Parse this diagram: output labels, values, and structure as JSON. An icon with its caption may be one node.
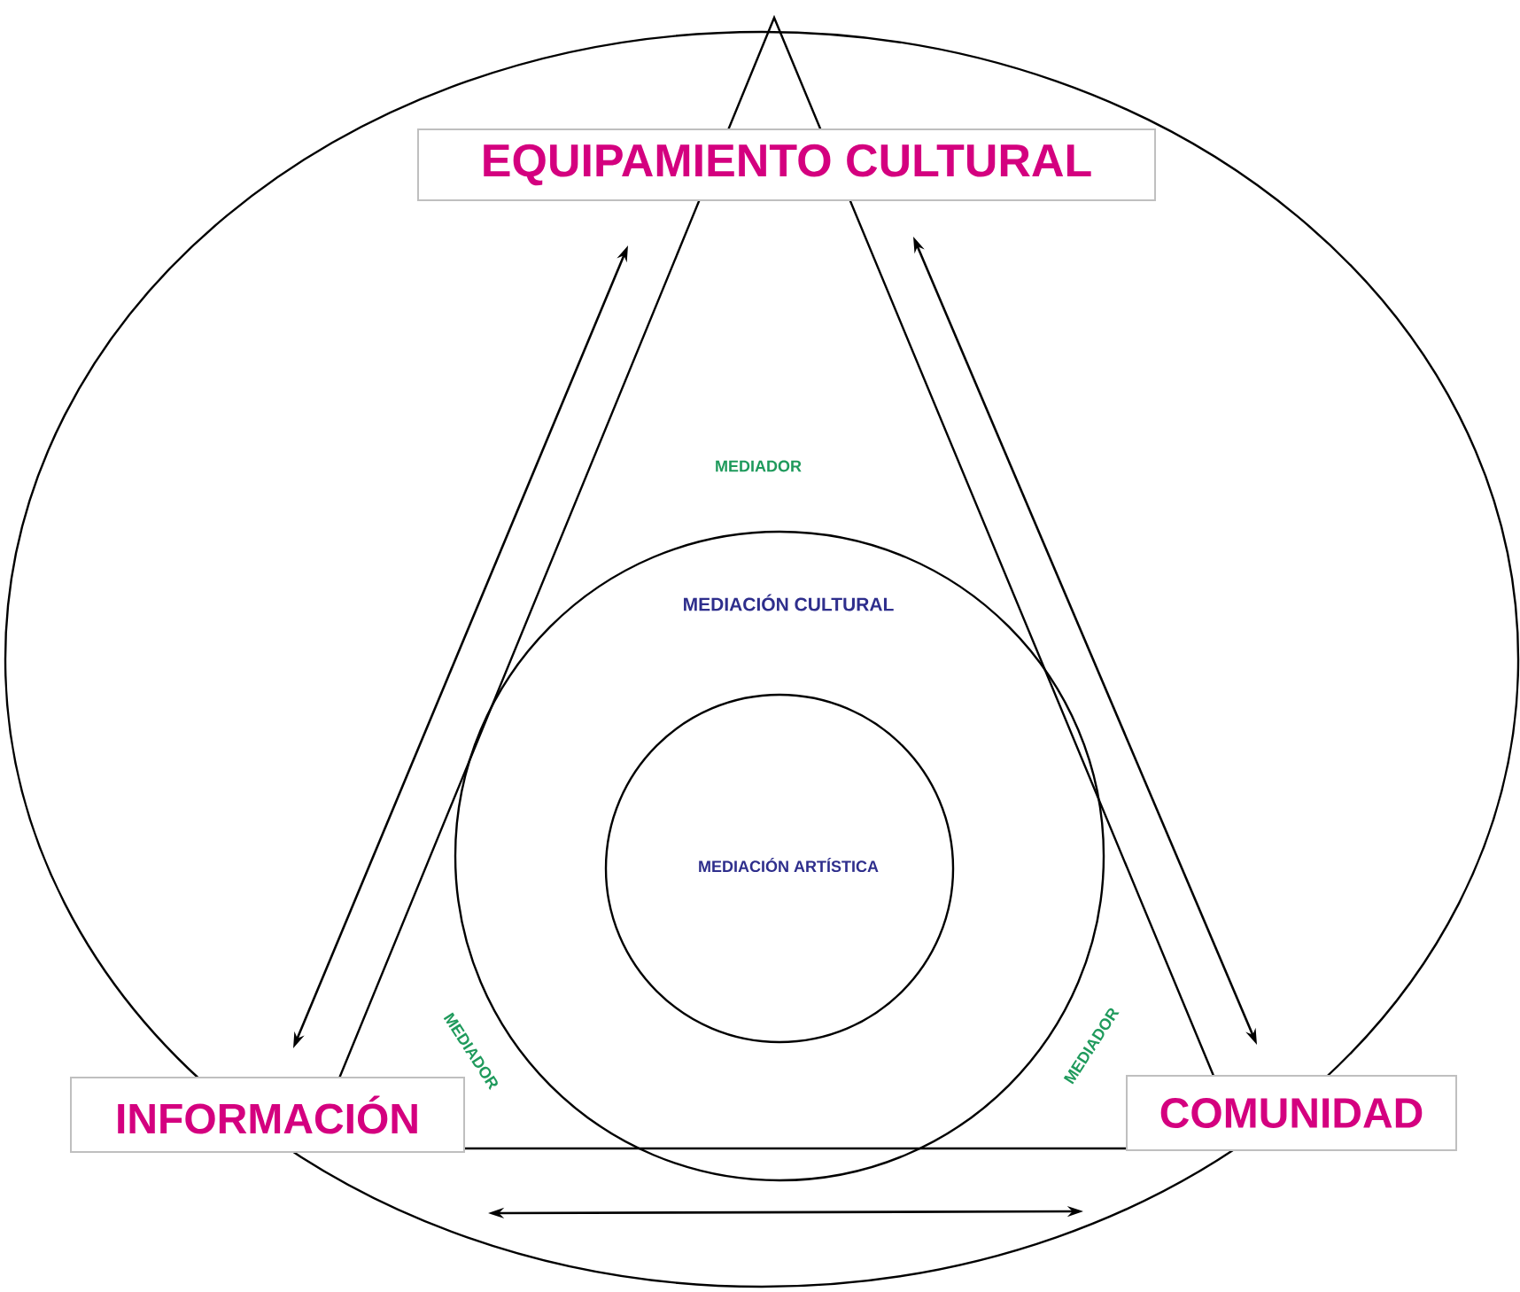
{
  "diagram": {
    "nodes": [
      {
        "text": [
          "EQUIPAMIENTO CULTURAL"
        ]
      },
      {
        "text": [
          "INFORMACIÓN"
        ]
      },
      {
        "text": [
          "COMUNIDAD"
        ]
      },
      {
        "text": [
          "MEDIACIÓN CULTURAL"
        ]
      },
      {
        "text": [
          "MEDIACIÓN ARTÍSTICA"
        ],
        "in": 3
      }
    ],
    "edges": [
      {
        "from": 0,
        "to": 1,
        "arrow": "both"
      },
      {
        "from": 0,
        "to": 2,
        "arrow": "both"
      },
      {
        "from": 1,
        "to": 2,
        "arrow": "both"
      }
    ],
    "labels": [
      "MEDIADOR",
      "MEDIADOR",
      "MEDIADOR"
    ]
  }
}
